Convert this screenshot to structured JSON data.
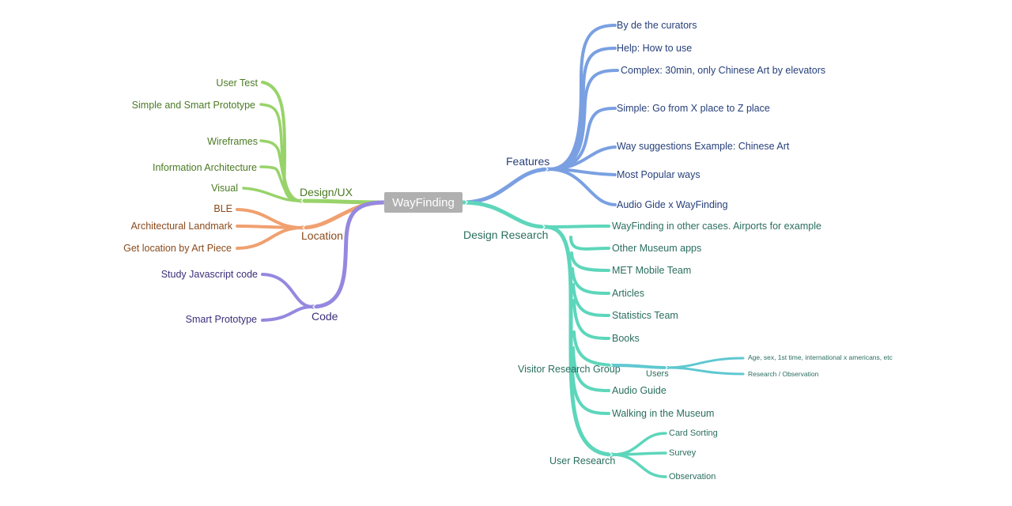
{
  "root": {
    "label": "WayFinding"
  },
  "colors": {
    "design_ux": "#98d36a",
    "design_ux_text": "#4a7a23",
    "location": "#f0a070",
    "location_text": "#8a4a1c",
    "code": "#9488e0",
    "code_text": "#3a2f7a",
    "features": "#7aa0e2",
    "features_text": "#27407a",
    "research": "#5dd6bb",
    "research_text": "#2a6e5e",
    "root_bg": "#b0b0b0"
  },
  "branches": {
    "design_ux": {
      "label": "Design/UX",
      "items": [
        "User Test",
        "Simple and Smart Prototype",
        "Wireframes",
        "Information Architecture",
        "Visual"
      ]
    },
    "location": {
      "label": "Location",
      "items": [
        "BLE",
        "Architectural Landmark",
        "Get location by Art Piece"
      ]
    },
    "code": {
      "label": "Code",
      "items": [
        "Study Javascript code",
        "Smart Prototype"
      ]
    },
    "features": {
      "label": "Features",
      "items": [
        "By de the curators",
        "Help: How to use",
        "Complex: 30min, only Chinese Art by elevators",
        "Simple: Go from X place to Z place",
        "Way suggestions Example: Chinese Art",
        "Most Popular ways",
        "Audio Gide x WayFinding"
      ]
    },
    "design_research": {
      "label": "Design Research",
      "items": [
        "WayFinding in other cases. Airports for example"
      ],
      "visitor_research_group": {
        "label": "Visitor Research Group",
        "items": [
          "Other Museum apps",
          "MET Mobile Team",
          "Articles",
          "Statistics Team",
          "Books",
          "Audio Guide",
          "Walking in the Museum"
        ],
        "users": {
          "label": "Users",
          "items": [
            "Age, sex, 1st time, international x americans, etc",
            "Research / Observation"
          ]
        }
      },
      "user_research": {
        "label": "User Research",
        "items": [
          "Card Sorting",
          "Survey",
          "Observation"
        ]
      }
    }
  }
}
